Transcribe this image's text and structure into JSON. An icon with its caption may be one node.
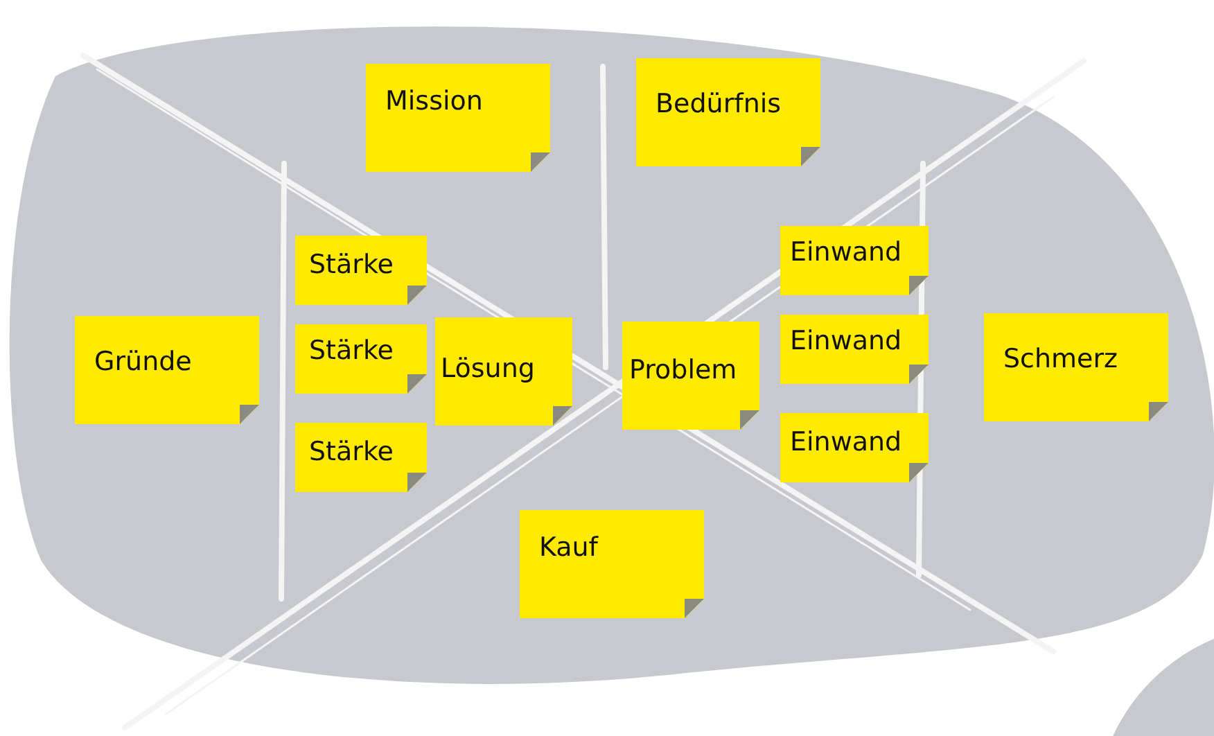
{
  "diagram": {
    "nodes": [
      {
        "text": [
          "Mission"
        ]
      },
      {
        "text": [
          "Bedürfnis"
        ]
      },
      {
        "text": [
          "Stärke"
        ]
      },
      {
        "text": [
          "Einwand"
        ]
      },
      {
        "text": [
          "Gründe"
        ]
      },
      {
        "text": [
          "Stärke"
        ]
      },
      {
        "text": [
          "Lösung"
        ]
      },
      {
        "text": [
          "Problem"
        ]
      },
      {
        "text": [
          "Einwand"
        ]
      },
      {
        "text": [
          "Schmerz"
        ]
      },
      {
        "text": [
          "Stärke"
        ]
      },
      {
        "text": [
          "Einwand"
        ]
      },
      {
        "text": [
          "Kauf"
        ]
      }
    ]
  }
}
